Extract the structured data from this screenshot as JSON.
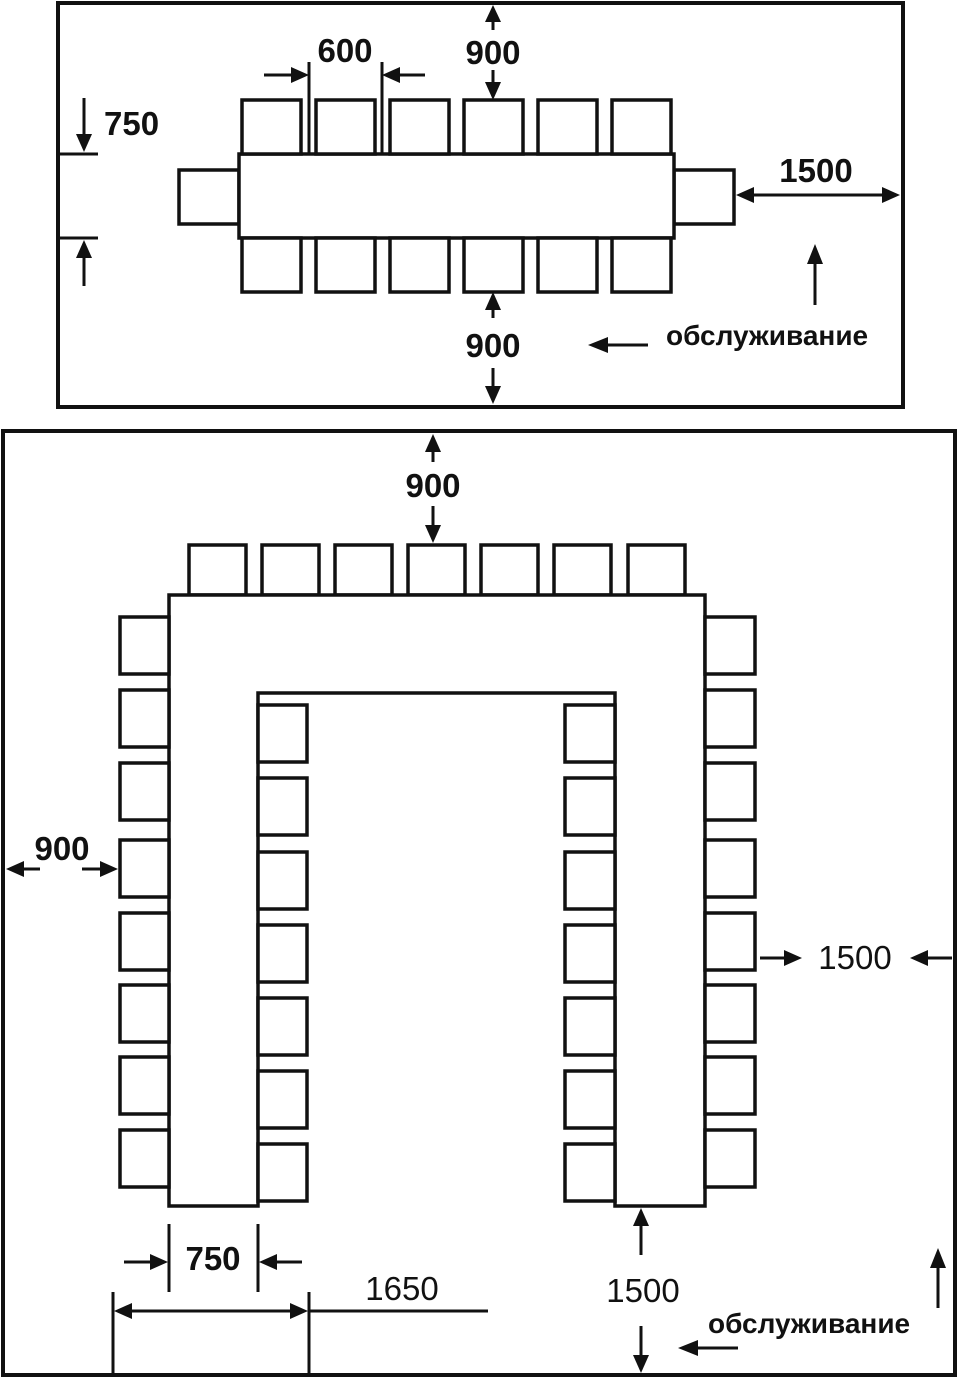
{
  "top_layout": {
    "label_seat_width": "600",
    "label_top_clearance": "900",
    "label_table_width": "750",
    "label_end_clearance": "1500",
    "label_bottom_clearance": "900",
    "label_service": "обслуживание"
  },
  "bottom_layout": {
    "label_top_clearance": "900",
    "label_left_clearance": "900",
    "label_right_clearance": "1500",
    "label_table_width": "750",
    "label_inner_gap": "1650",
    "label_bottom_clearance": "1500",
    "label_service": "обслуживание"
  }
}
